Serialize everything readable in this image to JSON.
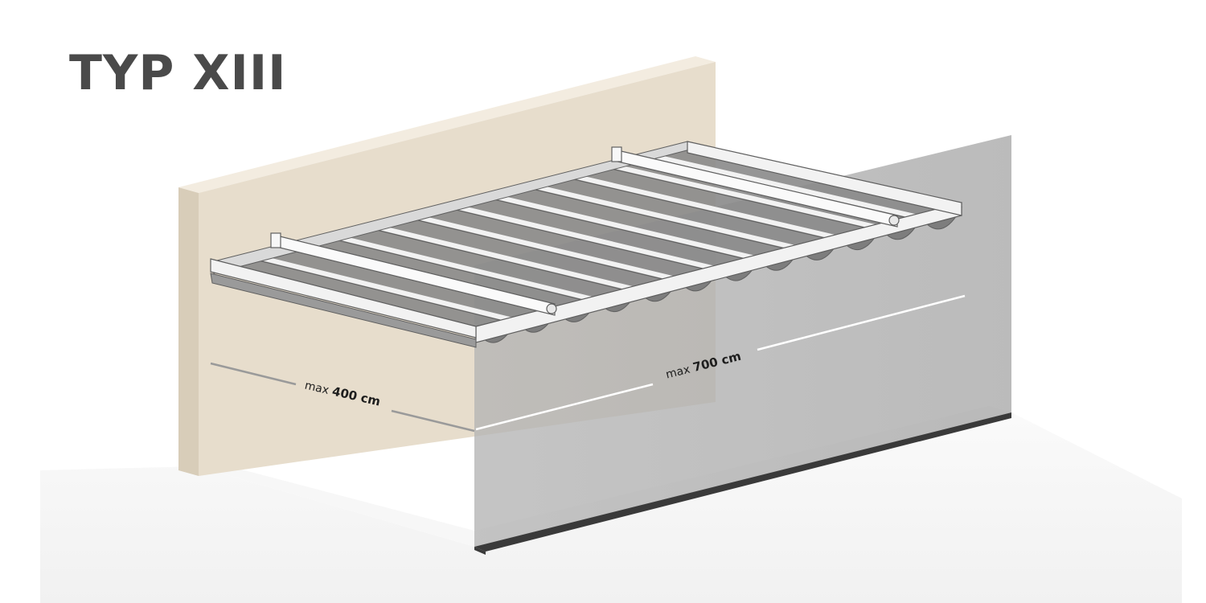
{
  "title": "TYP XIII",
  "dimensions": {
    "depth": {
      "prefix": "max",
      "value": "400 cm"
    },
    "width": {
      "prefix": "max",
      "value": "700 cm"
    }
  },
  "colors": {
    "title": "#4a4a4a",
    "house_wall": "#e7ddcc",
    "side_wall": "#b0b0b0",
    "fabric": "#8a8a8a",
    "frame": "#f2f2f2",
    "frame_edge": "#5f5f5f"
  }
}
